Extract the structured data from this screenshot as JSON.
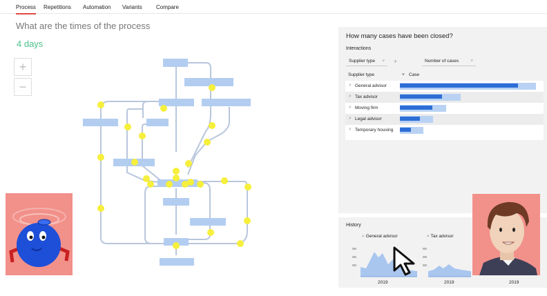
{
  "tabs": [
    "Process",
    "Repetitions",
    "Automation",
    "Variants",
    "Compare"
  ],
  "question": "What are the times of the process",
  "duration": "4 days",
  "zoom": {
    "in": "+",
    "out": "−"
  },
  "closed_panel": {
    "title": "How many cases have been closed?",
    "subtitle": "Interactions",
    "filters": [
      {
        "label": "Supplier type",
        "chevron": "˅",
        "add": "+"
      },
      {
        "label": "Number of cases",
        "chevron": "˅"
      }
    ],
    "table": {
      "headers": [
        "Supplier type",
        "Case"
      ],
      "sort_icon": "˅",
      "rows": [
        {
          "label": "General advisor",
          "total": 0.965,
          "closed": 0.84
        },
        {
          "label": "Tax advisor",
          "total": 0.43,
          "closed": 0.3
        },
        {
          "label": "Moving firm",
          "total": 0.33,
          "closed": 0.23
        },
        {
          "label": "Legal advisor",
          "total": 0.235,
          "closed": 0.14
        },
        {
          "label": "Temporary housing",
          "total": 0.165,
          "closed": 0.08
        }
      ]
    }
  },
  "history": {
    "title": "History",
    "cards": [
      {
        "label": "General advisor",
        "year": "2019"
      },
      {
        "label": "Tax advisor",
        "year": "2019"
      },
      {
        "label": "",
        "year": "2019"
      }
    ]
  },
  "colors": {
    "accent": "#e04a3f",
    "duration": "#4cc08a",
    "bar_dark": "#2d6ed6",
    "bar_light": "#b9d2f4",
    "node": "#b3cdf1",
    "dot": "#f6ef3c",
    "edge": "#b8c6dc"
  },
  "icons": [
    "search-icon",
    "chevron-down-icon",
    "plus-icon",
    "minus-icon",
    "cursor-icon"
  ]
}
